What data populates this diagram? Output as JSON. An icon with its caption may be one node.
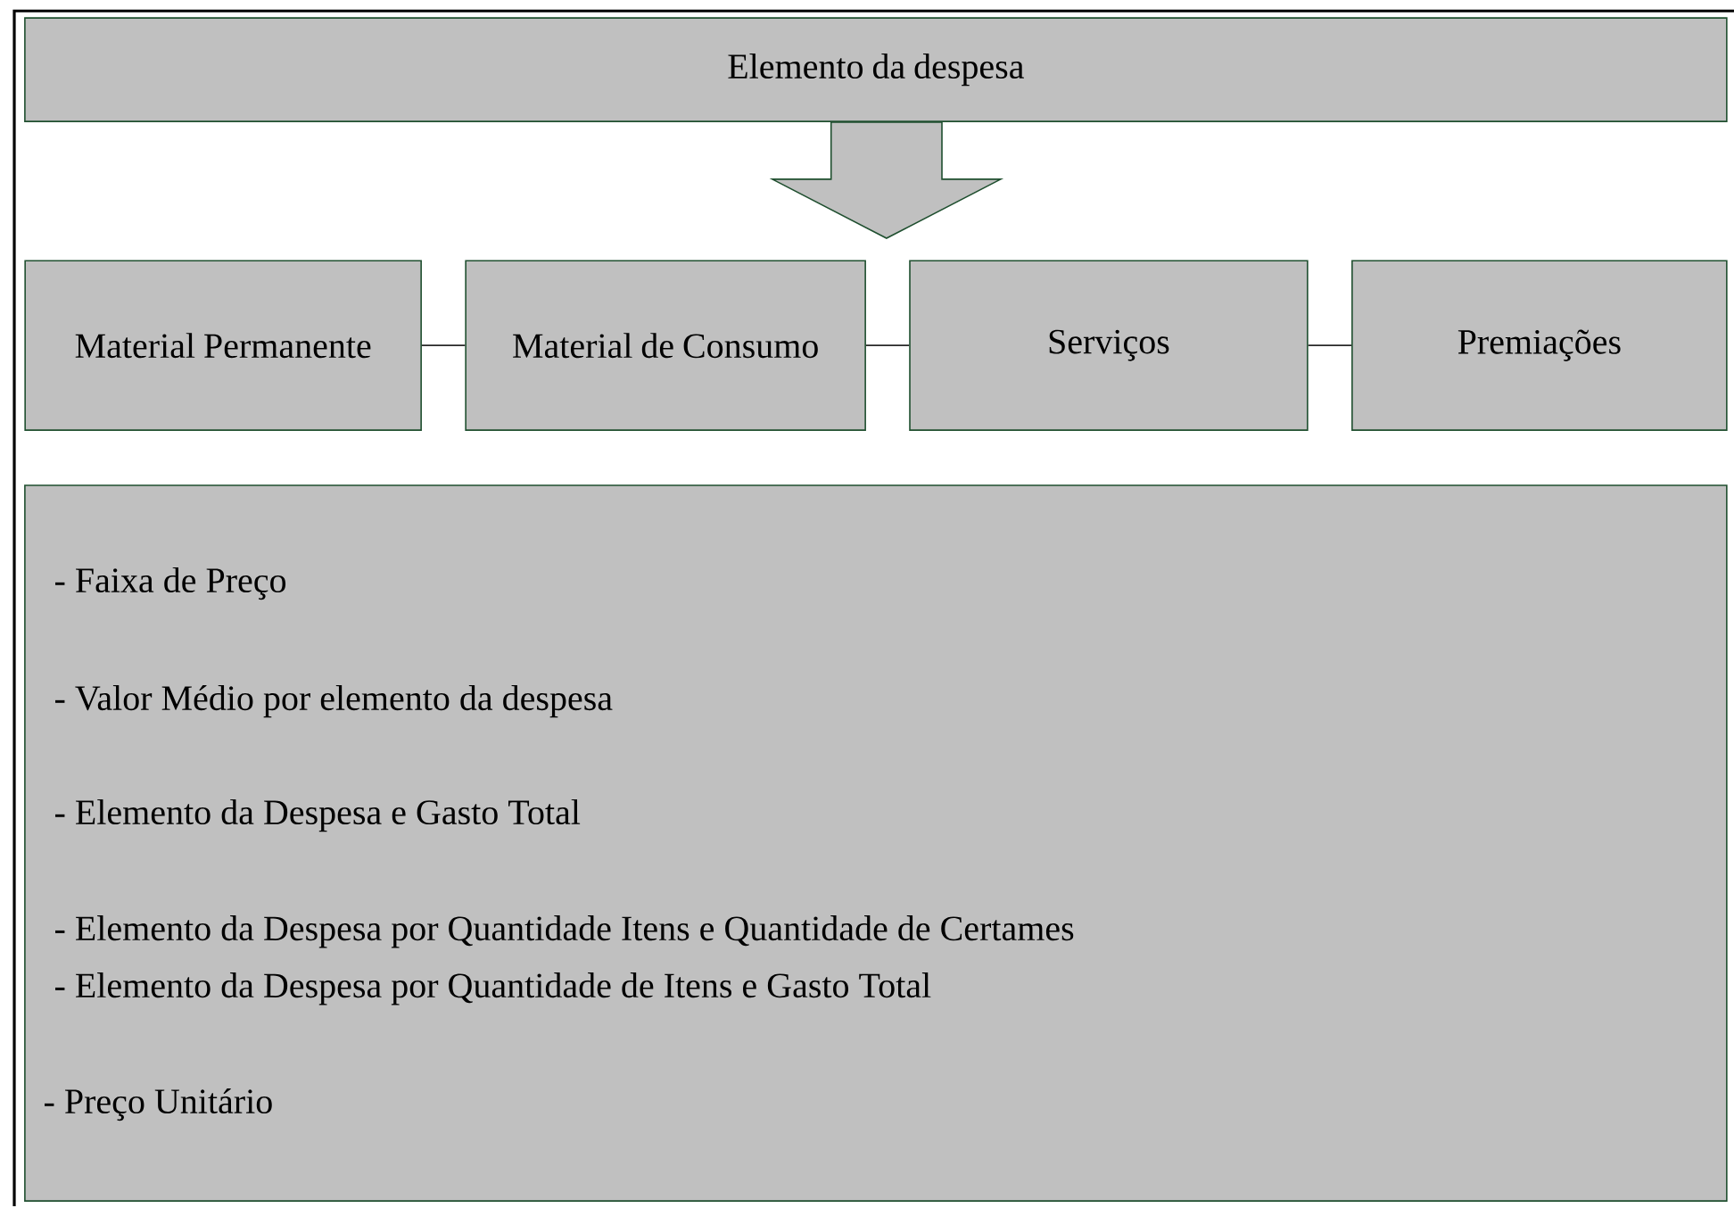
{
  "diagram": {
    "nodes": [
      {
        "text": [
          "Elemento da despesa"
        ]
      },
      {
        "text": [
          "Material Permanente"
        ]
      },
      {
        "text": [
          "Material de Consumo"
        ]
      },
      {
        "text": [
          "Serviços"
        ]
      },
      {
        "text": [
          "Premiações"
        ]
      },
      {
        "text": [
          "- Faixa de Preço",
          "- Valor Médio por elemento da despesa",
          "- Elemento da Despesa e Gasto Total",
          "- Elemento da Despesa por Quantidade Itens e Quantidade de Certames",
          "- Elemento da Despesa por Quantidade de Itens e Gasto Total",
          "- Preço Unitário"
        ]
      }
    ],
    "edges": [
      {
        "from": 0,
        "to": null,
        "arrow": "to"
      },
      {
        "from": 1,
        "to": 2,
        "arrow": "none"
      },
      {
        "from": 2,
        "to": 3,
        "arrow": "none"
      },
      {
        "from": 3,
        "to": 4,
        "arrow": "none"
      }
    ]
  }
}
